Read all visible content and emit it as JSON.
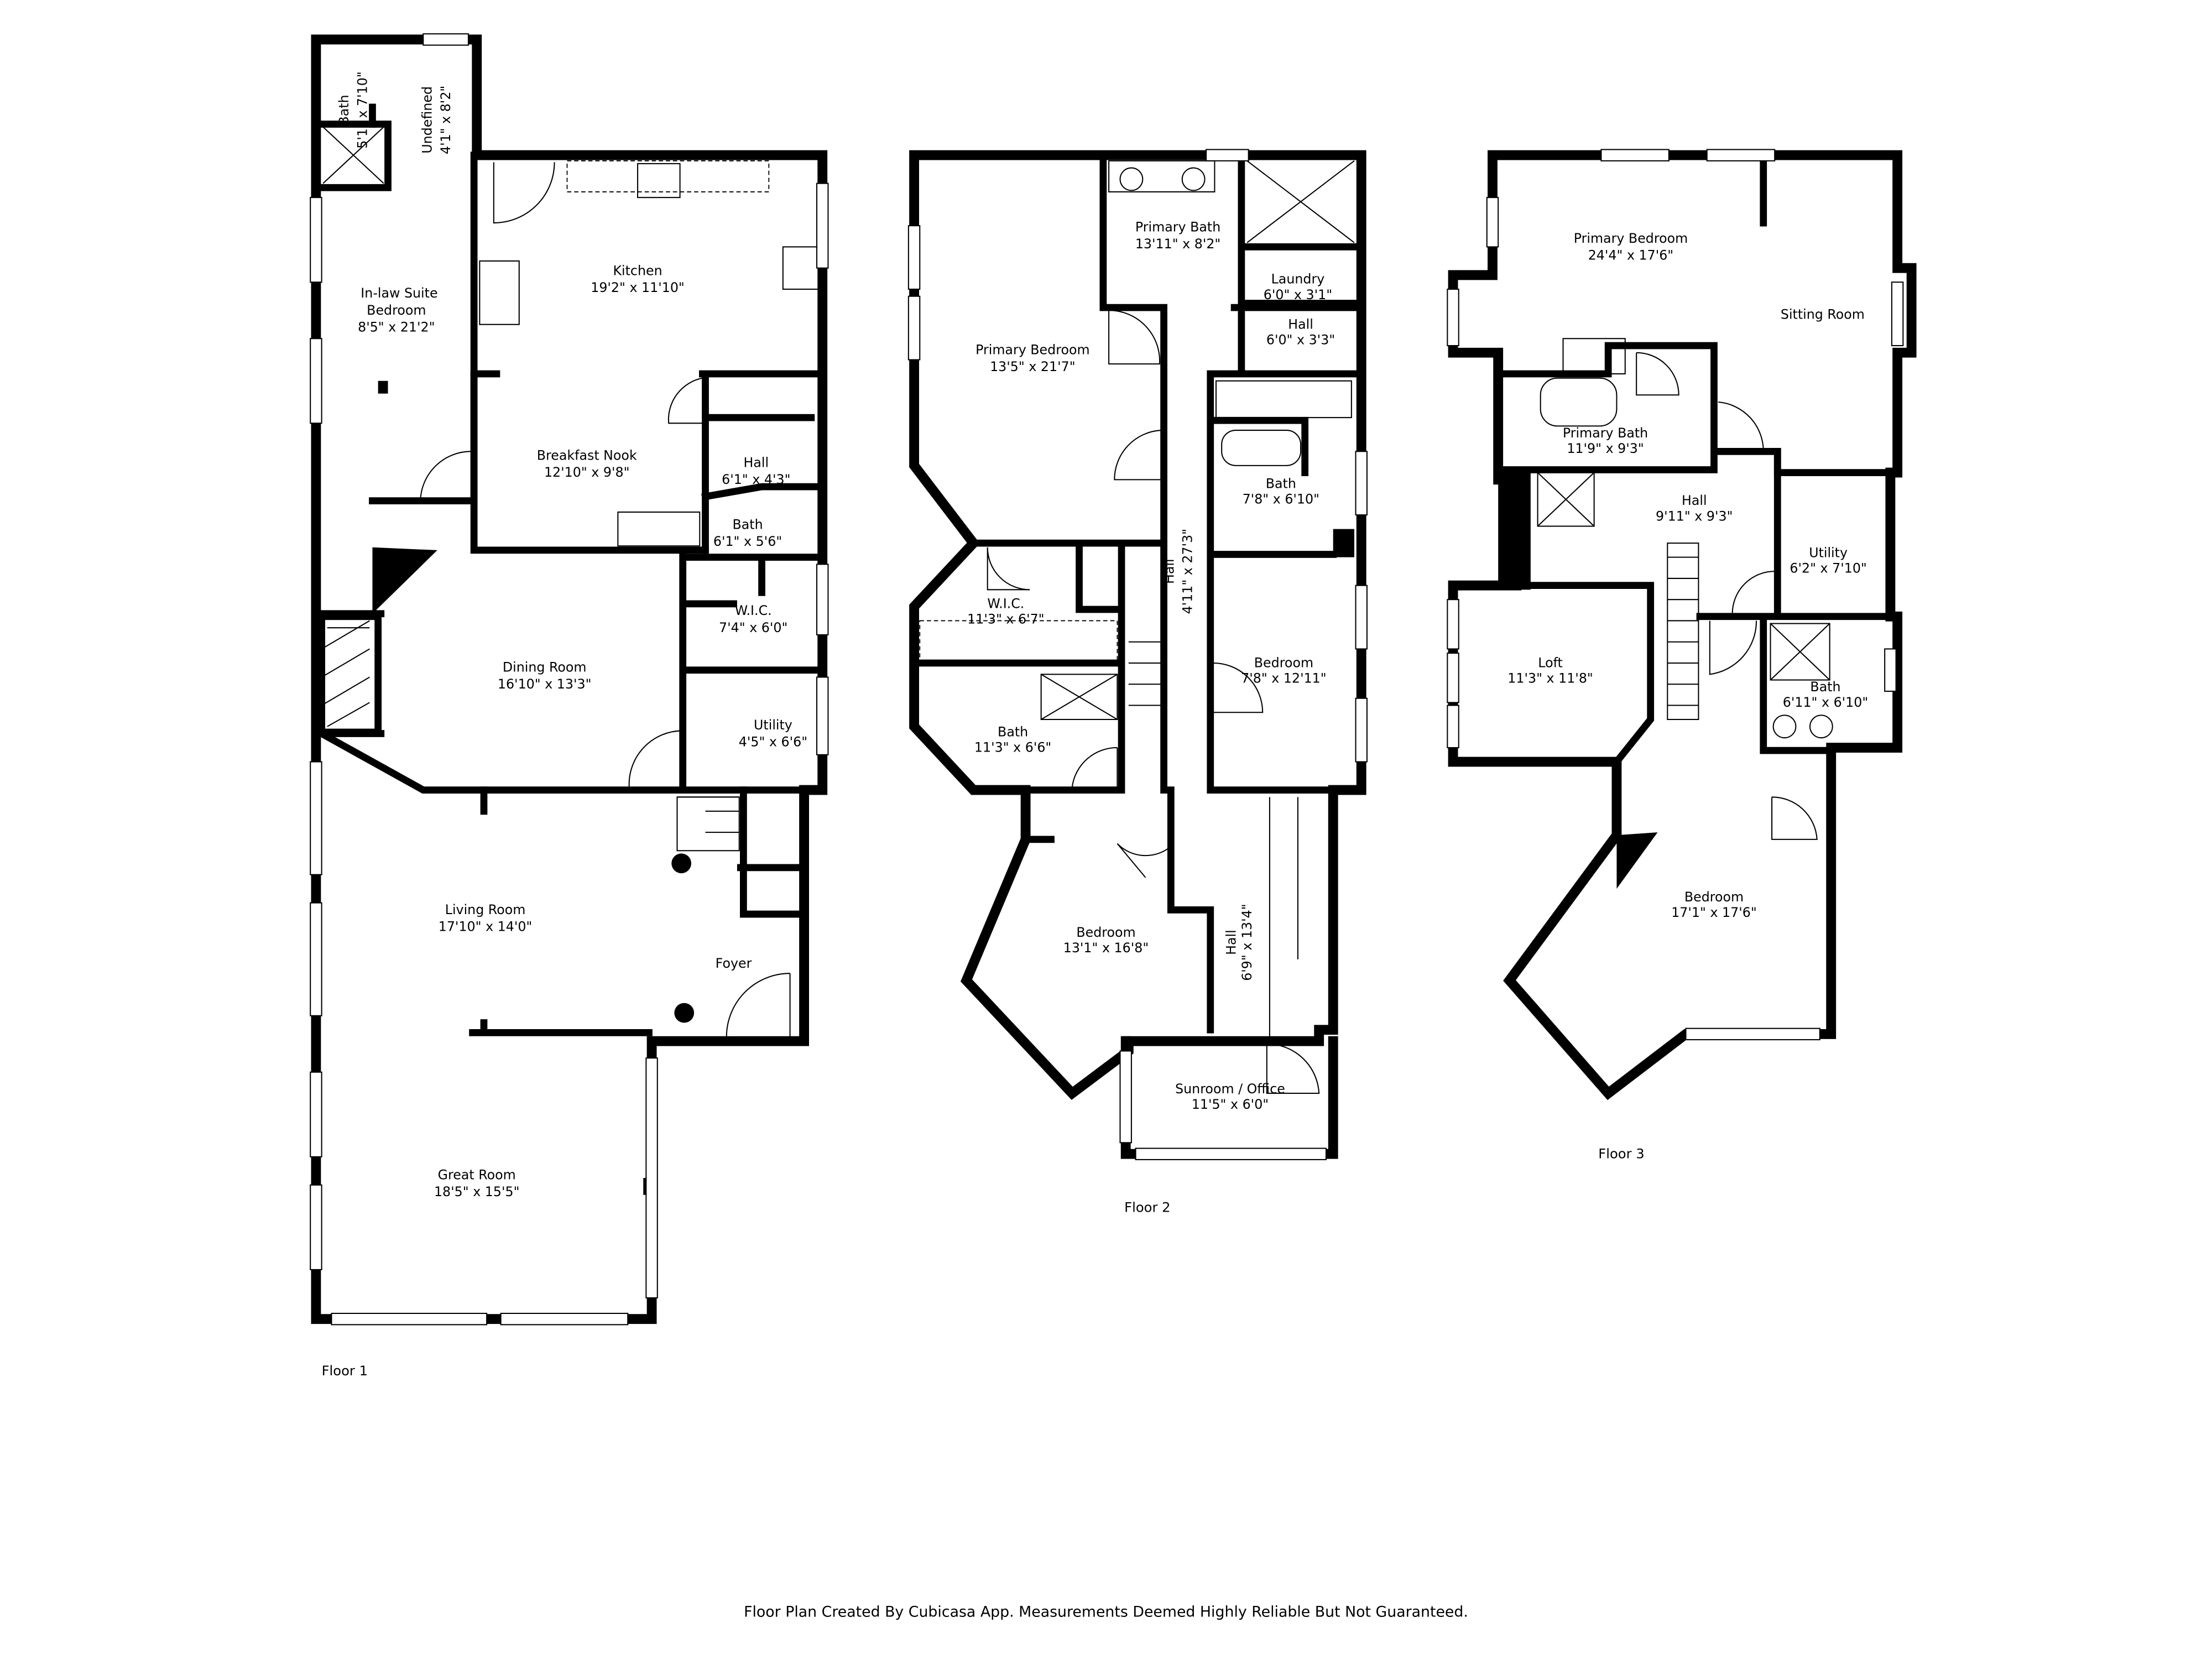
{
  "floors": [
    {
      "label": "Floor 1",
      "rooms": [
        {
          "name": "Bath",
          "dims": "5'1\" x 7'10\""
        },
        {
          "name": "Undefined",
          "dims": "4'1\" x 8'2\""
        },
        {
          "name": "In-law Suite",
          "sub": "Bedroom",
          "dims": "8'5\" x 21'2\""
        },
        {
          "name": "Kitchen",
          "dims": "19'2\" x 11'10\""
        },
        {
          "name": "Breakfast Nook",
          "dims": "12'10\" x 9'8\""
        },
        {
          "name": "Hall",
          "dims": "6'1\" x 4'3\""
        },
        {
          "name": "Bath",
          "dims": "6'1\" x 5'6\""
        },
        {
          "name": "W.I.C.",
          "dims": "7'4\" x 6'0\""
        },
        {
          "name": "Dining Room",
          "dims": "16'10\" x 13'3\""
        },
        {
          "name": "Utility",
          "dims": "4'5\" x 6'6\""
        },
        {
          "name": "Living Room",
          "dims": "17'10\" x 14'0\""
        },
        {
          "name": "Foyer"
        },
        {
          "name": "Great Room",
          "dims": "18'5\" x 15'5\""
        }
      ]
    },
    {
      "label": "Floor 2",
      "rooms": [
        {
          "name": "Primary Bath",
          "dims": "13'11\" x 8'2\""
        },
        {
          "name": "Laundry",
          "dims": "6'0\" x 3'1\""
        },
        {
          "name": "Hall",
          "dims": "6'0\" x 3'3\""
        },
        {
          "name": "Primary Bedroom",
          "dims": "13'5\" x 21'7\""
        },
        {
          "name": "Bath",
          "dims": "7'8\" x 6'10\""
        },
        {
          "name": "Hall",
          "dims": "4'11\" x 27'3\""
        },
        {
          "name": "W.I.C.",
          "dims": "11'3\" x 6'7\""
        },
        {
          "name": "Bedroom",
          "dims": "7'8\" x 12'11\""
        },
        {
          "name": "Bath",
          "dims": "11'3\" x 6'6\""
        },
        {
          "name": "Bedroom",
          "dims": "13'1\" x 16'8\""
        },
        {
          "name": "Hall",
          "dims": "6'9\" x 13'4\""
        },
        {
          "name": "Sunroom / Office",
          "dims": "11'5\" x 6'0\""
        }
      ]
    },
    {
      "label": "Floor 3",
      "rooms": [
        {
          "name": "Primary Bedroom",
          "dims": "24'4\" x 17'6\""
        },
        {
          "name": "Sitting Room"
        },
        {
          "name": "Primary Bath",
          "dims": "11'9\" x 9'3\""
        },
        {
          "name": "Hall",
          "dims": "9'11\" x 9'3\""
        },
        {
          "name": "Utility",
          "dims": "6'2\" x 7'10\""
        },
        {
          "name": "Loft",
          "dims": "11'3\" x 11'8\""
        },
        {
          "name": "Bath",
          "dims": "6'11\" x 6'10\""
        },
        {
          "name": "Bedroom",
          "dims": "17'1\" x 17'6\""
        }
      ]
    }
  ],
  "footer": "Floor Plan Created By Cubicasa App. Measurements Deemed Highly Reliable But Not Guaranteed."
}
